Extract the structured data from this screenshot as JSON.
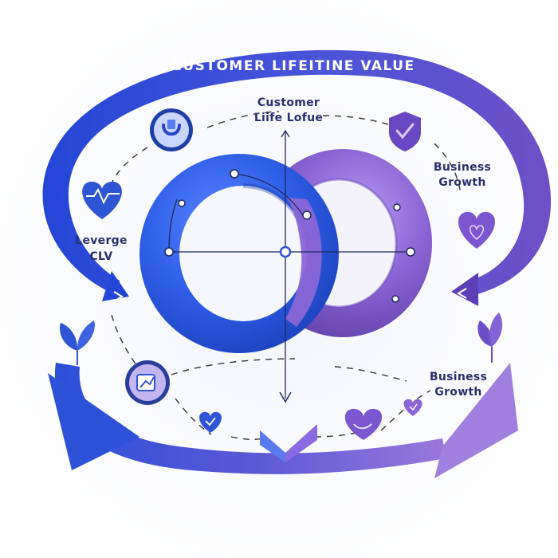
{
  "title": "CUSTOMER LIFEITINE VALUE",
  "center_label": {
    "line1": "Customer",
    "line2": "Liife Lofue"
  },
  "left_label": {
    "line1": "Leverge",
    "line2": "CLV"
  },
  "right_top_label": {
    "line1": "Business",
    "line2": "Growth"
  },
  "right_bottom_label": {
    "line1": "Business",
    "line2": "Growth"
  },
  "colors": {
    "blue": "#2f55d4",
    "purple": "#7a56c8",
    "text": "#2a2f6e"
  },
  "icons": [
    "magnet-icon",
    "shield-check-icon",
    "heart-pulse-icon",
    "heart-icon",
    "leaf-left-icon",
    "leaf-right-icon",
    "chart-badge-icon",
    "heart-small-icon",
    "heart-check-icon",
    "leaf-heart-icon",
    "chevron-down-icon"
  ]
}
